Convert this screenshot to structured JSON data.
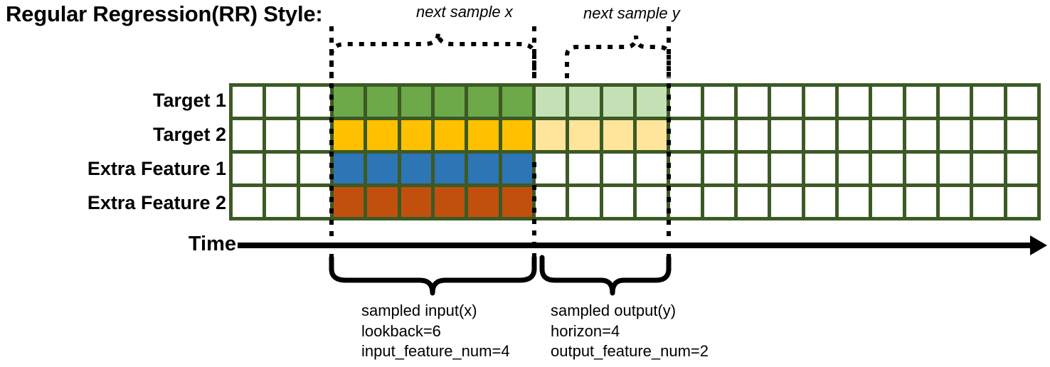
{
  "title": "Regular Regression(RR) Style:",
  "grid": {
    "columns": 24,
    "rows": [
      {
        "label": "Target 1",
        "name": "target-1",
        "cells": [
          "white",
          "white",
          "white",
          "green",
          "green",
          "green",
          "green",
          "green",
          "green",
          "green-light",
          "green-light",
          "green-light",
          "green-light",
          "white",
          "white",
          "white",
          "white",
          "white",
          "white",
          "white",
          "white",
          "white",
          "white",
          "white"
        ]
      },
      {
        "label": "Target 2",
        "name": "target-2",
        "cells": [
          "white",
          "white",
          "white",
          "amber",
          "amber",
          "amber",
          "amber",
          "amber",
          "amber",
          "amber-light",
          "amber-light",
          "amber-light",
          "amber-light",
          "white",
          "white",
          "white",
          "white",
          "white",
          "white",
          "white",
          "white",
          "white",
          "white",
          "white"
        ]
      },
      {
        "label": "Extra Feature 1",
        "name": "extra-feature-1",
        "cells": [
          "white",
          "white",
          "white",
          "blue",
          "blue",
          "blue",
          "blue",
          "blue",
          "blue",
          "white",
          "white",
          "white",
          "white",
          "white",
          "white",
          "white",
          "white",
          "white",
          "white",
          "white",
          "white",
          "white",
          "white",
          "white"
        ]
      },
      {
        "label": "Extra Feature 2",
        "name": "extra-feature-2",
        "cells": [
          "white",
          "white",
          "white",
          "rust",
          "rust",
          "rust",
          "rust",
          "rust",
          "rust",
          "white",
          "white",
          "white",
          "white",
          "white",
          "white",
          "white",
          "white",
          "white",
          "white",
          "white",
          "white",
          "white",
          "white",
          "white"
        ]
      }
    ]
  },
  "colors": {
    "white": "#FFFFFF",
    "green": "#6DA849",
    "green-light": "#C5E0B4",
    "amber": "#FFC000",
    "amber-light": "#FFE49B",
    "blue": "#2E75B6",
    "rust": "#C1500F",
    "grid_border": "#3C5A24",
    "axis": "#000000"
  },
  "time_axis": {
    "label": "Time"
  },
  "top_braces": [
    {
      "text": "next sample x",
      "name": "next-sample-x"
    },
    {
      "text": "next sample y",
      "name": "next-sample-y"
    }
  ],
  "bottom_braces": [
    {
      "name": "sampled-input",
      "lines": [
        "sampled input(x)",
        "lookback=6",
        "input_feature_num=4"
      ]
    },
    {
      "name": "sampled-output",
      "lines": [
        "sampled output(y)",
        "horizon=4",
        "output_feature_num=2"
      ]
    }
  ]
}
